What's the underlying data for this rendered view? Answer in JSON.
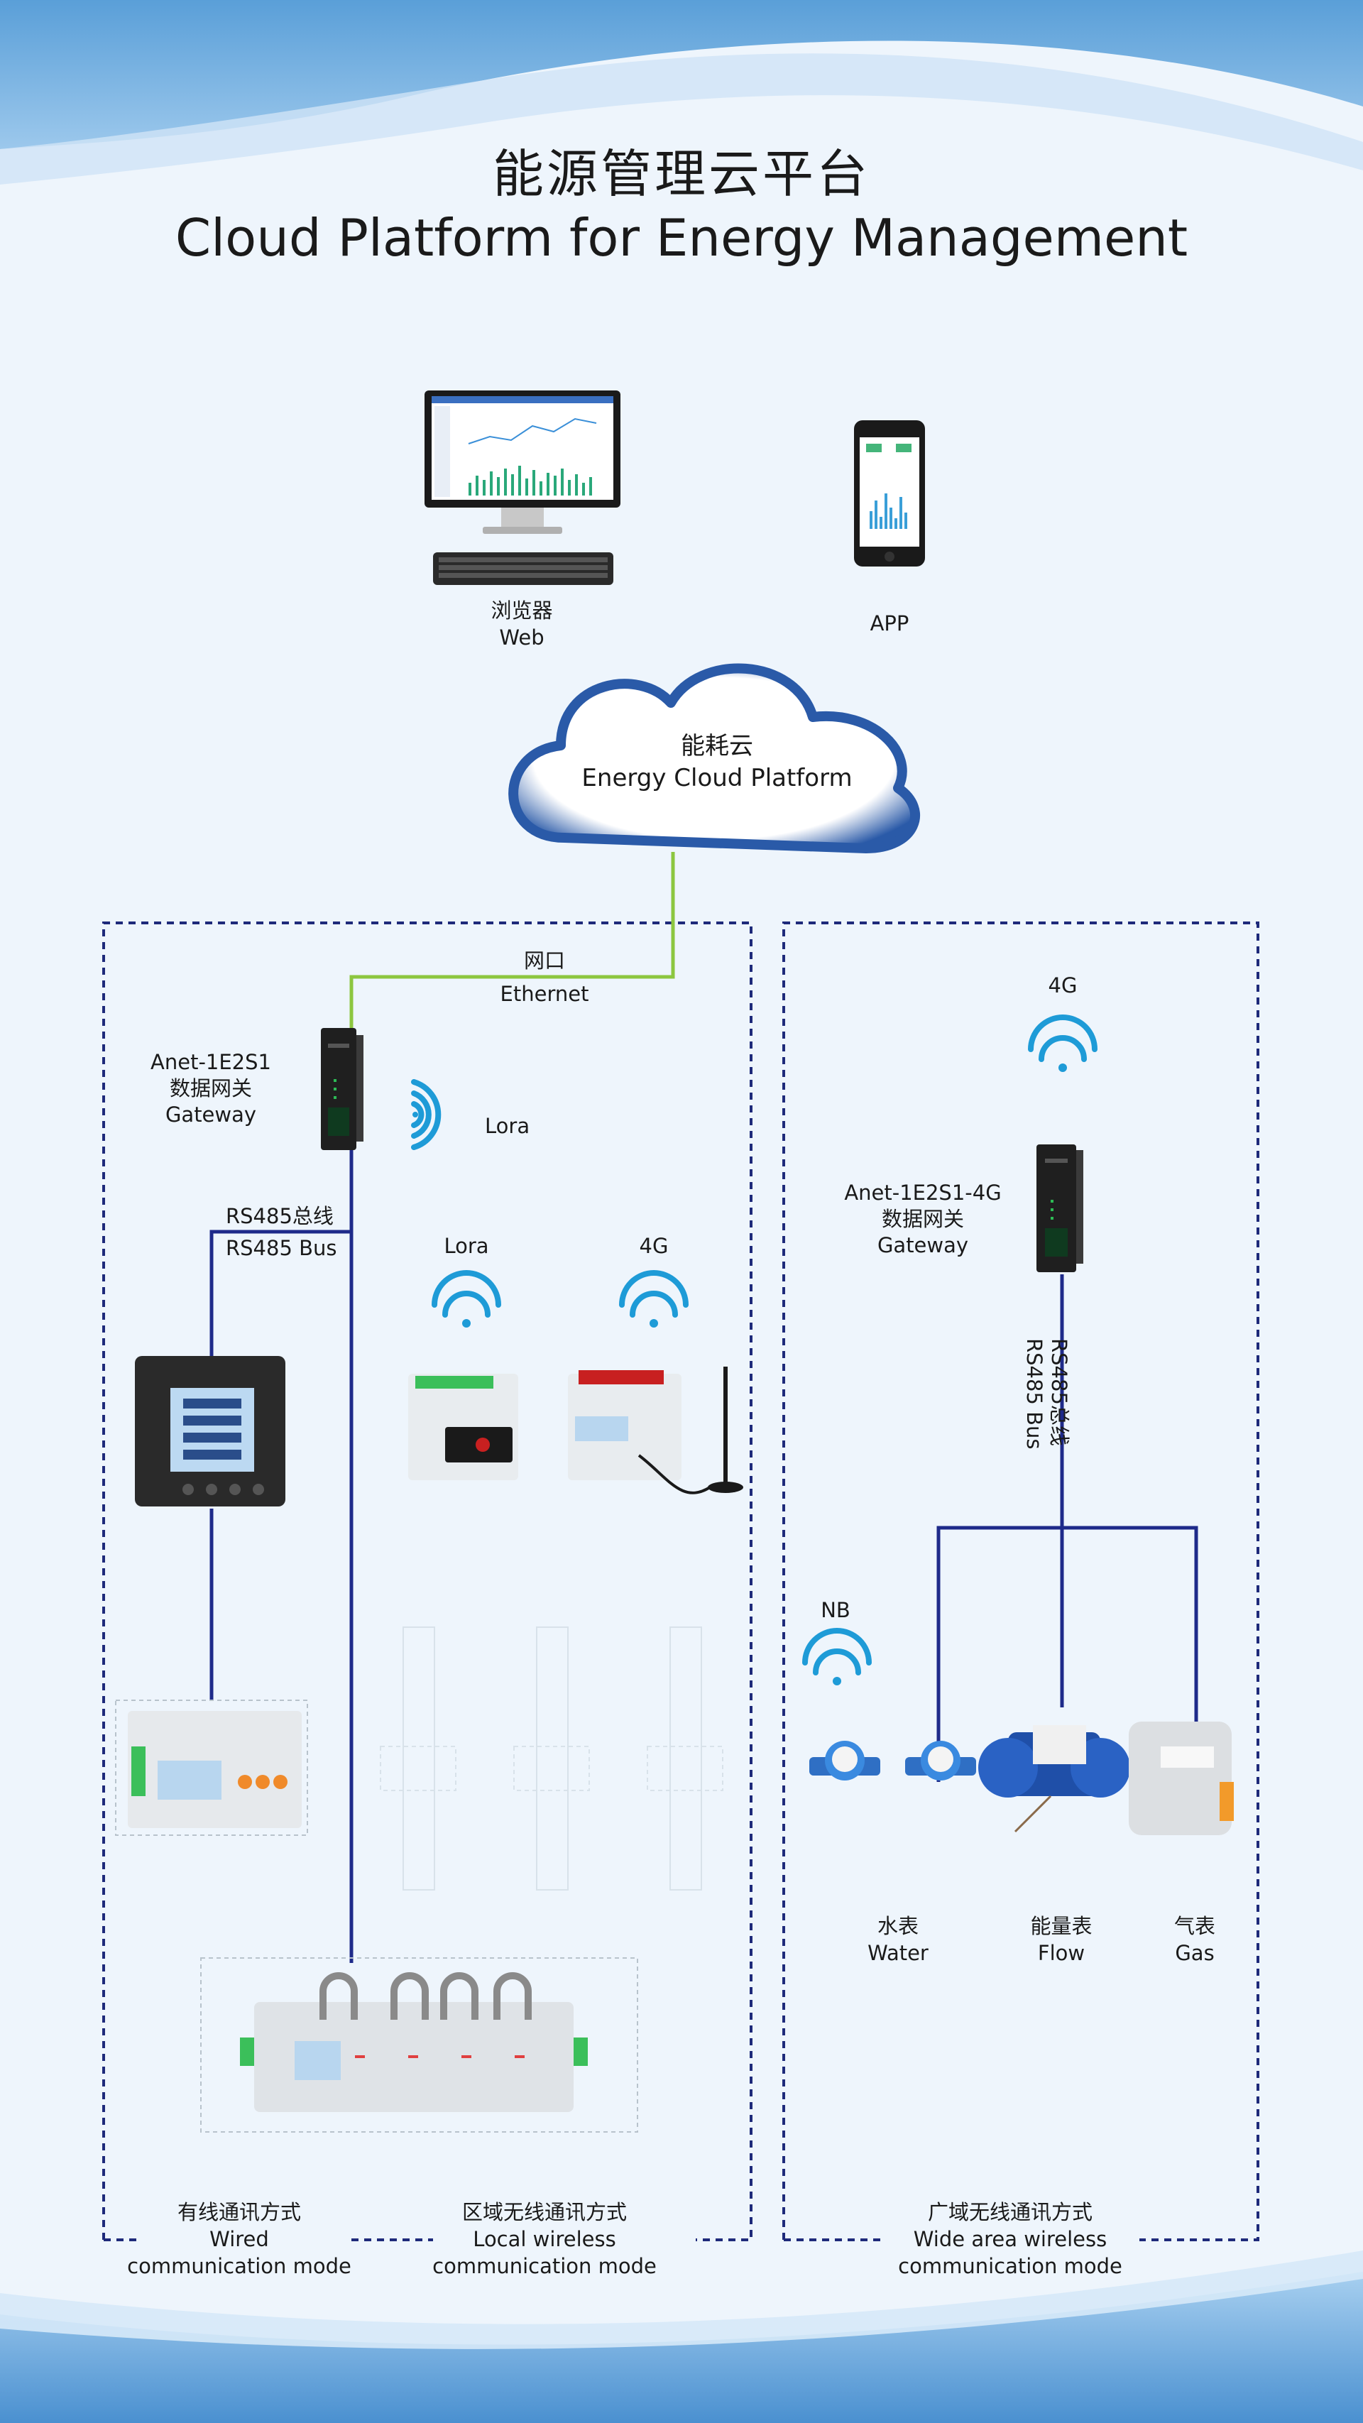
{
  "title": {
    "zh": "能源管理云平台",
    "en": "Cloud Platform for Energy Management"
  },
  "clients": {
    "web": {
      "zh": "浏览器",
      "en": "Web"
    },
    "app": {
      "label": "APP"
    }
  },
  "cloud": {
    "zh": "能耗云",
    "en": "Energy Cloud Platform"
  },
  "ethernet": {
    "zh": "网口",
    "en": "Ethernet"
  },
  "gateway_left": {
    "model": "Anet-1E2S1",
    "zh": "数据网关",
    "en": "Gateway"
  },
  "gateway_right": {
    "model": "Anet-1E2S1-4G",
    "zh": "数据网关",
    "en": "Gateway"
  },
  "rs485_left": {
    "zh": "RS485总线",
    "en": "RS485 Bus"
  },
  "rs485_right": {
    "zh": "RS485总线",
    "en": "RS485 Bus"
  },
  "wireless": {
    "lora_gateway": "Lora",
    "lora_device": "Lora",
    "g4_device": "4G",
    "g4_gateway": "4G",
    "nb": "NB"
  },
  "meters": {
    "water": {
      "zh": "水表",
      "en": "Water"
    },
    "flow": {
      "zh": "能量表",
      "en": "Flow"
    },
    "gas": {
      "zh": "气表",
      "en": "Gas"
    }
  },
  "modes": {
    "wired": {
      "zh": "有线通讯方式",
      "en1": "Wired",
      "en2": "communication mode"
    },
    "local": {
      "zh": "区域无线通讯方式",
      "en1": "Local wireless",
      "en2": "communication mode"
    },
    "wide": {
      "zh": "广域无线通讯方式",
      "en1": "Wide area wireless",
      "en2": "communication mode"
    }
  },
  "colors": {
    "bus": "#1e2a8a",
    "ethernet": "#8cc63f",
    "wifi": "#1e9bd7",
    "dashed": "#1e2a7a",
    "cloud": "#2a5aa8"
  }
}
